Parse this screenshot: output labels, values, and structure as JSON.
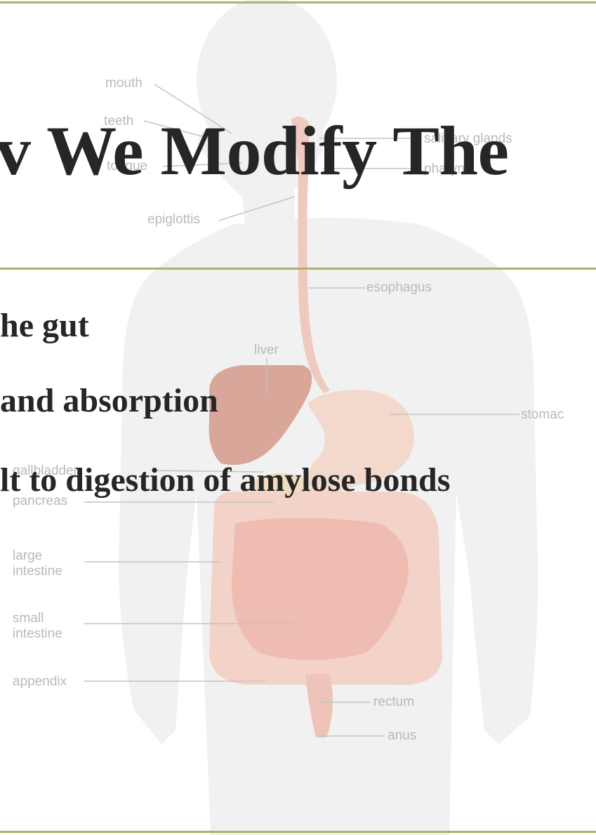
{
  "slide": {
    "title": "v We Modify The",
    "bullets": [
      "he gut",
      "and absorption",
      "lt to digestion of  amylose bonds"
    ]
  },
  "diagram_labels": {
    "mouth": "mouth",
    "teeth": "teeth",
    "tongue": "tongue",
    "epiglottis": "epiglottis",
    "salivary_glands": "salivary glands",
    "pharynx": "pharynx",
    "esophagus": "esophagus",
    "liver": "liver",
    "stomach": "stomac",
    "gallbladder": "gallbladder",
    "pancreas": "pancreas",
    "large_intestine": "large intestine",
    "small_intestine": "small intestine",
    "appendix": "appendix",
    "rectum": "rectum",
    "anus": "anus"
  },
  "colors": {
    "rule": "#a7b46a",
    "text": "#262626",
    "label": "#b9b9b9",
    "body_silhouette": "#f1f1f1",
    "organ": "#e9b8ad"
  }
}
